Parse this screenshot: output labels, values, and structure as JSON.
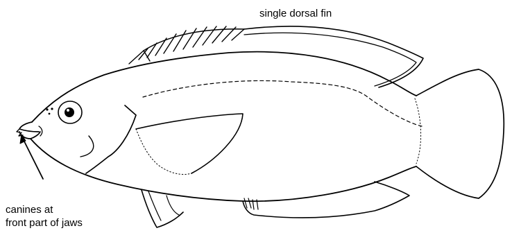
{
  "labels": {
    "dorsal_fin": "single dorsal fin",
    "canines_line1": "canines at",
    "canines_line2": "front part of jaws"
  },
  "colors": {
    "line": "#000000",
    "background": "#ffffff"
  }
}
